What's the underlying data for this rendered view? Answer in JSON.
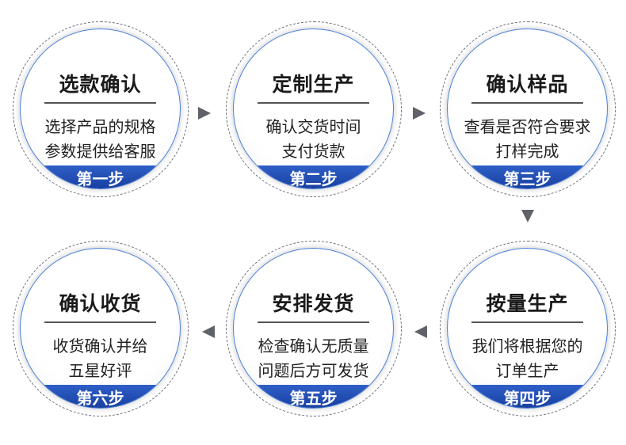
{
  "steps": [
    {
      "title": "选款确认",
      "line1": "选择产品的规格",
      "line2": "参数提供给客服",
      "badge": "第一步"
    },
    {
      "title": "定制生产",
      "line1": "确认交货时间",
      "line2": "支付货款",
      "badge": "第二步"
    },
    {
      "title": "确认样品",
      "line1": "查看是否符合要求",
      "line2": "打样完成",
      "badge": "第三步"
    },
    {
      "title": "按量生产",
      "line1": "我们将根据您的",
      "line2": "订单生产",
      "badge": "第四步"
    },
    {
      "title": "安排发货",
      "line1": "检查确认无质量",
      "line2": "问题后方可发货",
      "badge": "第五步"
    },
    {
      "title": "确认收货",
      "line1": "收货确认并给",
      "line2": "五星好评",
      "badge": "第六步"
    }
  ],
  "colors": {
    "band": "#1d46a8",
    "accent_ring": "#4a7fd6",
    "arrow": "#5f6268"
  }
}
